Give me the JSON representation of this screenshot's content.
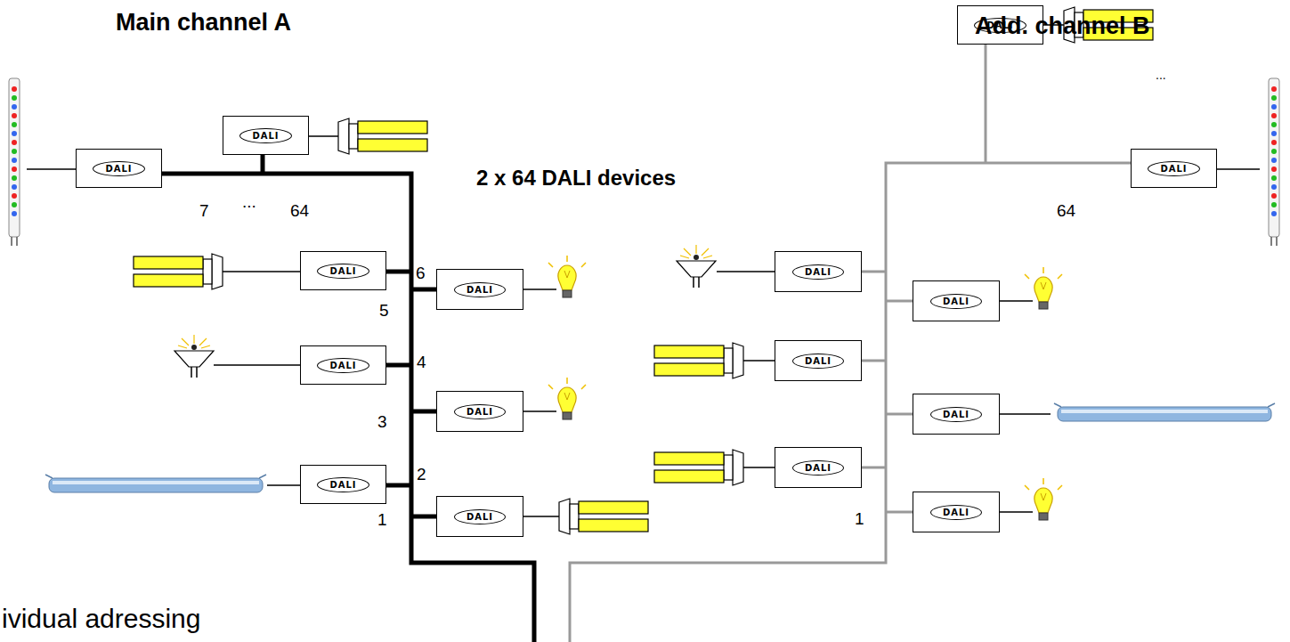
{
  "diagram": {
    "nodes": [
      {
        "text": [
          "DALI"
        ]
      },
      {
        "text": [
          "DALI"
        ]
      },
      {
        "text": [
          "DALI"
        ]
      },
      {
        "text": [
          "DALI"
        ]
      },
      {
        "text": [
          "DALI"
        ]
      },
      {
        "text": [
          "DALI"
        ]
      },
      {
        "text": [
          "DALI"
        ]
      },
      {
        "text": [
          "DALI"
        ]
      },
      {
        "text": [
          "DALI"
        ]
      },
      {
        "text": [
          "DALI"
        ]
      },
      {
        "text": [
          "DALI"
        ]
      },
      {
        "text": [
          "DALI"
        ]
      },
      {
        "text": [
          "DALI"
        ]
      },
      {
        "text": [
          "DALI"
        ]
      },
      {
        "text": [
          "DALI"
        ]
      },
      {
        "text": [
          "DALI"
        ]
      }
    ],
    "labels": [
      "Main channel A",
      "Add. channel B",
      "2 x 64 DALI devices",
      "7",
      "...",
      "64",
      "6",
      "5",
      "4",
      "3",
      "2",
      "1",
      "...",
      "64",
      "1",
      "ividual adressing"
    ]
  }
}
